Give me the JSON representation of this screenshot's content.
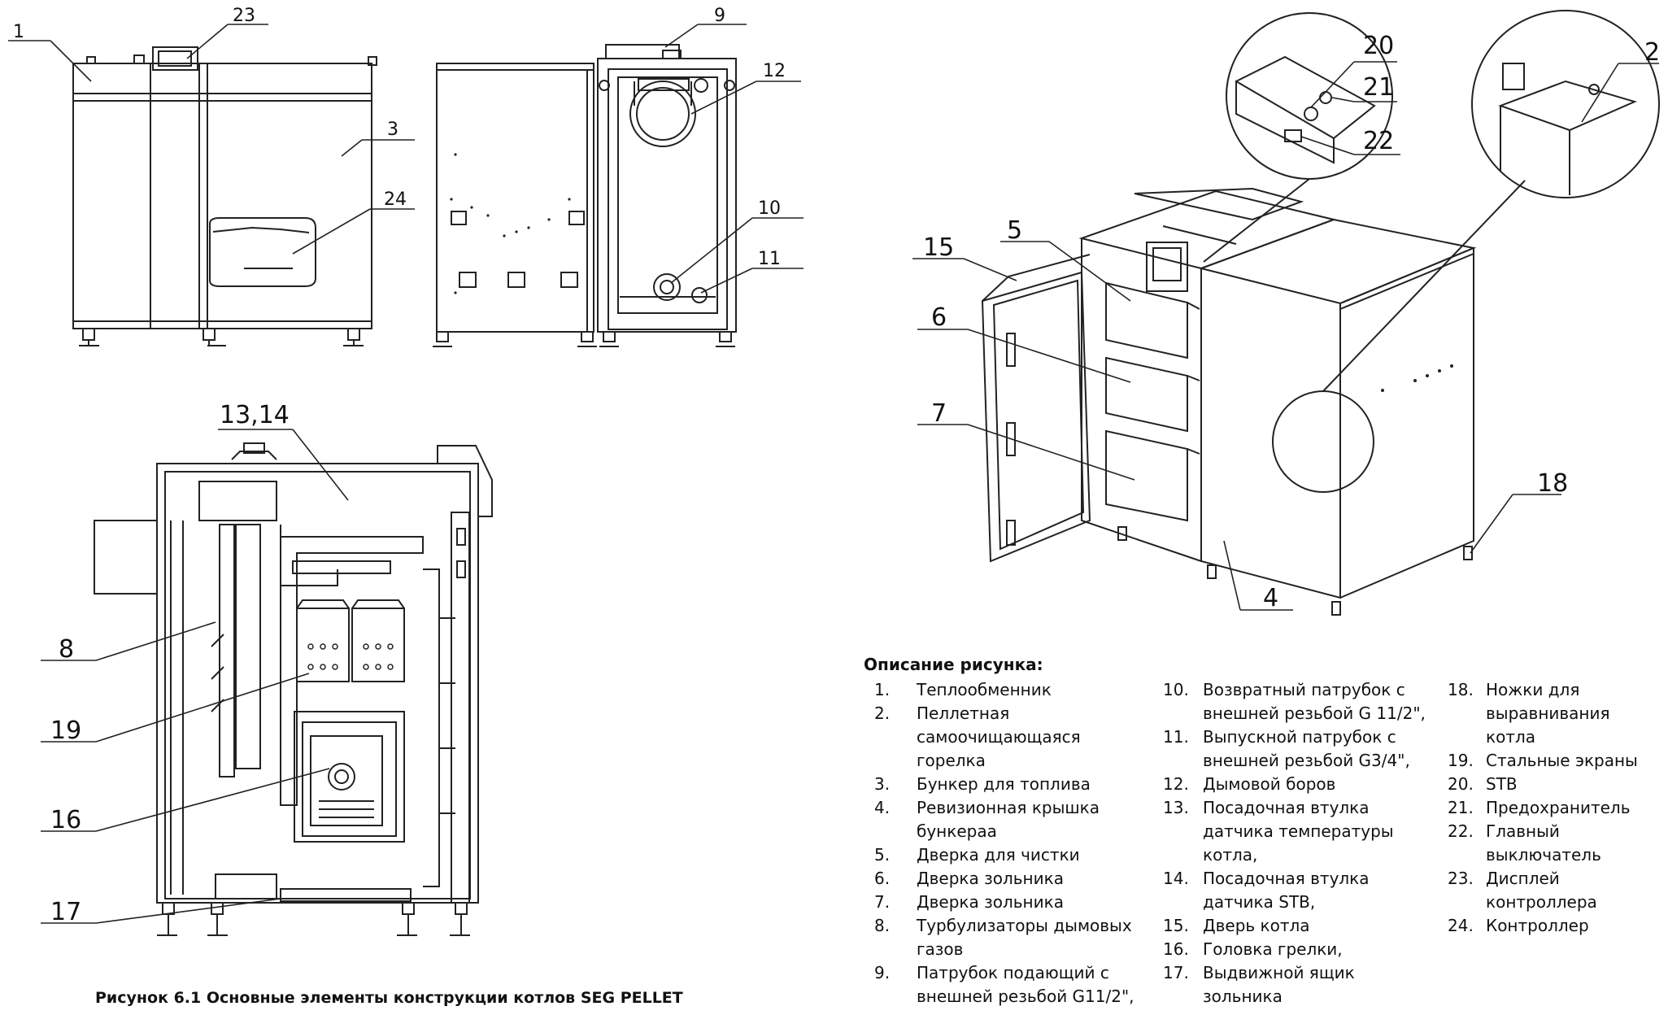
{
  "caption": "Рисунок 6.1 Основные элементы конструкции котлов SEG PELLET",
  "legend": {
    "title": "Описание рисунка:",
    "columns": [
      [
        {
          "n": "1.",
          "t": "Теплообменник"
        },
        {
          "n": "2.",
          "t": "Пеллетная самоочищающаяся горелка"
        },
        {
          "n": "3.",
          "t": "Бункер для топлива"
        },
        {
          "n": "4.",
          "t": "Ревизионная крышка бункераа"
        },
        {
          "n": "5.",
          "t": "Дверка для чистки"
        },
        {
          "n": "6.",
          "t": "Дверка зольника"
        },
        {
          "n": "7.",
          "t": " Дверка зольника"
        },
        {
          "n": "8.",
          "t": "Турбулизаторы дымовых газов"
        },
        {
          "n": "9.",
          "t": "Патрубок подающий с внешней резьбой  G11/2\","
        }
      ],
      [
        {
          "n": "10.",
          "t": "Возвратный патрубок с внешней резьбой  G 11/2\","
        },
        {
          "n": "11.",
          "t": "Выпускной патрубок с внешней резьбой  G3/4\","
        },
        {
          "n": "12.",
          "t": "Дымовой боров"
        },
        {
          "n": "13.",
          "t": "Посадочная втулка датчика температуры котла,"
        },
        {
          "n": "14.",
          "t": "Посадочная втулка датчика STB,"
        },
        {
          "n": "15.",
          "t": "Дверь котла"
        },
        {
          "n": "16.",
          "t": "Головка грелки,"
        },
        {
          "n": "17.",
          "t": "Выдвижной ящик зольника"
        }
      ],
      [
        {
          "n": "18.",
          "t": "Ножки для выравнивания котла"
        },
        {
          "n": "19.",
          "t": "Стальные экраны"
        },
        {
          "n": "20.",
          "t": "STB"
        },
        {
          "n": "21.",
          "t": "Предохранитель"
        },
        {
          "n": "22.",
          "t": "Главный выключатель"
        },
        {
          "n": "23.",
          "t": "Дисплей контроллера"
        },
        {
          "n": "24.",
          "t": "Контроллер"
        }
      ]
    ]
  },
  "callouts": {
    "c1": "1",
    "c23": "23",
    "c3": "3",
    "c24": "24",
    "c9": "9",
    "c12": "12",
    "c10": "10",
    "c11": "11",
    "c1314": "13,14",
    "c8": "8",
    "c19": "19",
    "c16": "16",
    "c17": "17",
    "c20": "20",
    "c21": "21",
    "c22": "22",
    "c2": "2",
    "c15": "15",
    "c5": "5",
    "c6": "6",
    "c7": "7",
    "c18": "18",
    "c4": "4"
  }
}
